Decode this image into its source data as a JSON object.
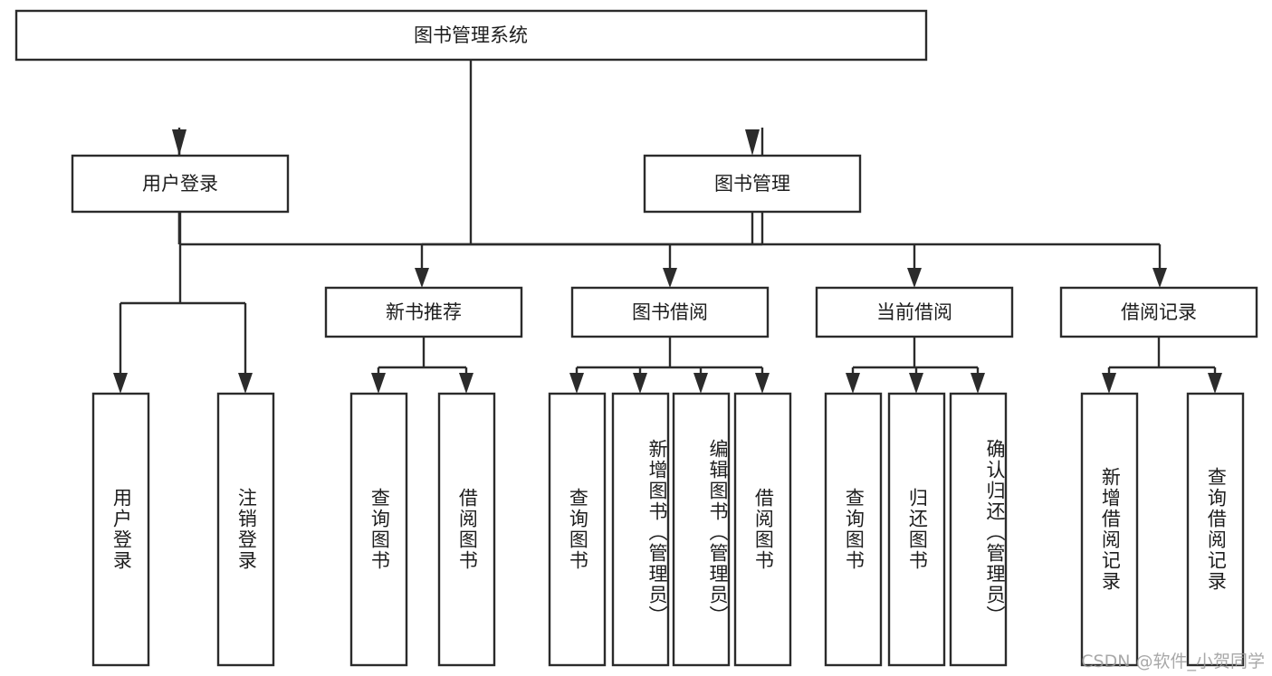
{
  "diagram": {
    "title": "图书管理系统",
    "type": "tree",
    "watermark": "CSDN @软件_小贺同学",
    "levels": {
      "root": {
        "label": "图书管理系统"
      },
      "level2": [
        {
          "label": "用户登录"
        },
        {
          "label": "图书管理"
        }
      ],
      "level3": [
        {
          "label": "新书推荐"
        },
        {
          "label": "图书借阅"
        },
        {
          "label": "当前借阅"
        },
        {
          "label": "借阅记录"
        }
      ],
      "leaves": [
        {
          "label": "用户登录",
          "parent": "用户登录"
        },
        {
          "label": "注销登录",
          "parent": "用户登录"
        },
        {
          "label": "查询图书",
          "parent": "新书推荐"
        },
        {
          "label": "借阅图书",
          "parent": "新书推荐"
        },
        {
          "label": "查询图书",
          "parent": "图书借阅"
        },
        {
          "label": "新增图书（管理员）",
          "parent": "图书借阅"
        },
        {
          "label": "编辑图书（管理员）",
          "parent": "图书借阅"
        },
        {
          "label": "借阅图书",
          "parent": "图书借阅"
        },
        {
          "label": "查询图书",
          "parent": "当前借阅"
        },
        {
          "label": "归还图书",
          "parent": "当前借阅"
        },
        {
          "label": "确认归还（管理员）",
          "parent": "当前借阅"
        },
        {
          "label": "新增借阅记录",
          "parent": "借阅记录"
        },
        {
          "label": "查询借阅记录",
          "parent": "借阅记录"
        }
      ]
    },
    "colors": {
      "stroke": "#2b2b2b",
      "fill": "#ffffff",
      "text": "#1d1d1d",
      "watermark": "#9a9a9a"
    }
  }
}
